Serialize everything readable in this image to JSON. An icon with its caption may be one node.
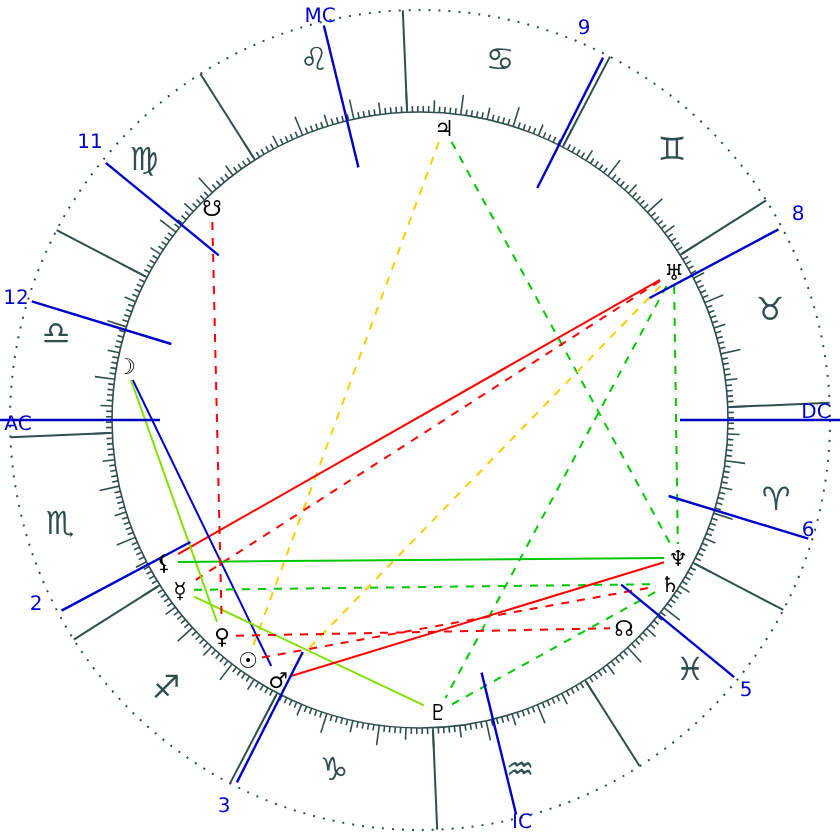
{
  "diagram": {
    "nodes": [
      {
        "text": [
          "♃"
        ]
      },
      {
        "text": [
          "☋"
        ]
      },
      {
        "text": [
          "♅"
        ]
      },
      {
        "text": [
          "☽"
        ]
      },
      {
        "text": [
          "⚸"
        ]
      },
      {
        "text": [
          "♆"
        ]
      },
      {
        "text": [
          "♄"
        ]
      },
      {
        "text": [
          "☿"
        ]
      },
      {
        "text": [
          "☊"
        ]
      },
      {
        "text": [
          "♀"
        ]
      },
      {
        "text": [
          "☉"
        ]
      },
      {
        "text": [
          "♂"
        ]
      },
      {
        "text": [
          "♇"
        ]
      }
    ],
    "edges": [
      {
        "from": 0,
        "to": 5,
        "arrow": "none",
        "style": "dashed",
        "color": "#00c800"
      },
      {
        "from": 0,
        "to": 10,
        "arrow": "none",
        "style": "dashed",
        "color": "#ffcc00"
      },
      {
        "from": 2,
        "to": 4,
        "arrow": "none",
        "color": "#ff0000"
      },
      {
        "from": 2,
        "to": 11,
        "arrow": "none",
        "style": "dashed",
        "color": "#ffcc00"
      },
      {
        "from": 2,
        "to": 5,
        "arrow": "none",
        "style": "dashed",
        "color": "#00c800"
      },
      {
        "from": 2,
        "to": 12,
        "arrow": "none",
        "style": "dashed",
        "color": "#00c800"
      },
      {
        "from": 2,
        "to": 7,
        "arrow": "none",
        "style": "dashed",
        "color": "#ff0000"
      },
      {
        "from": 3,
        "to": 11,
        "arrow": "none",
        "color": "#0000cc"
      },
      {
        "from": 3,
        "to": 9,
        "arrow": "none",
        "color": "#80e000"
      },
      {
        "from": 4,
        "to": 5,
        "arrow": "none",
        "color": "#00c800"
      },
      {
        "from": 7,
        "to": 6,
        "arrow": "none",
        "style": "dashed",
        "color": "#00c800"
      },
      {
        "from": 7,
        "to": 12,
        "arrow": "none",
        "color": "#80e000"
      },
      {
        "from": 11,
        "to": 5,
        "arrow": "none",
        "color": "#ff0000"
      },
      {
        "from": 10,
        "to": 6,
        "arrow": "none",
        "style": "dashed",
        "color": "#ff0000"
      },
      {
        "from": 12,
        "to": 6,
        "arrow": "none",
        "style": "dashed",
        "color": "#00c800"
      },
      {
        "from": 1,
        "to": 9,
        "arrow": "none",
        "style": "dashed",
        "color": "#ff0000"
      },
      {
        "from": 9,
        "to": 8,
        "arrow": "none",
        "style": "dashed",
        "color": "#ff0000"
      }
    ],
    "labels": [
      "MC",
      "9",
      "♌",
      "♋",
      "11",
      "♊",
      "♍",
      "8",
      "12",
      "♉",
      "♎",
      "DC",
      "AC",
      "♈",
      "♏",
      "6",
      "2",
      "♓",
      "♐",
      "5",
      "♒",
      "♑",
      "3",
      "IC"
    ]
  }
}
